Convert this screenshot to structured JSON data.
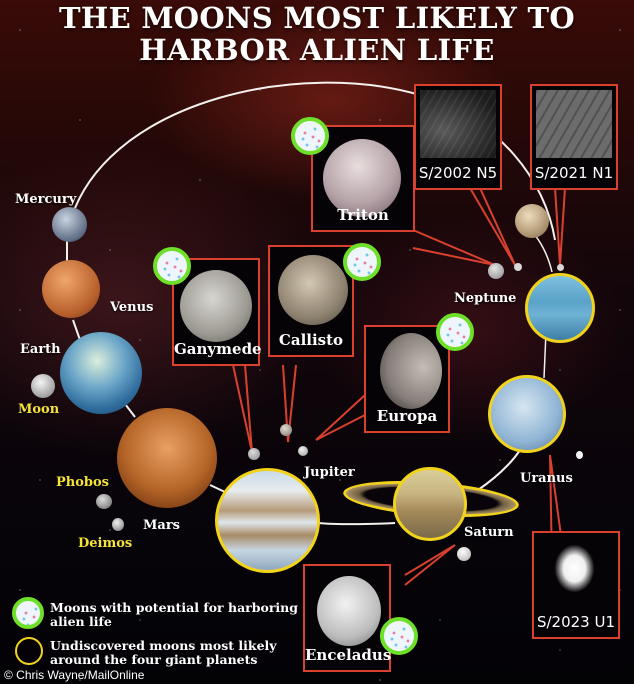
{
  "title": {
    "line1": "THE MOONS MOST LIKELY TO",
    "line2": "HARBOR ALIEN LIFE"
  },
  "planets": [
    {
      "name": "Mercury",
      "label_color": "#ffffff"
    },
    {
      "name": "Venus",
      "label_color": "#ffffff"
    },
    {
      "name": "Earth",
      "label_color": "#ffffff"
    },
    {
      "name": "Mars",
      "label_color": "#ffffff"
    },
    {
      "name": "Jupiter",
      "label_color": "#ffffff"
    },
    {
      "name": "Saturn",
      "label_color": "#ffffff"
    },
    {
      "name": "Uranus",
      "label_color": "#ffffff"
    },
    {
      "name": "Neptune",
      "label_color": "#ffffff"
    }
  ],
  "small_moons": [
    {
      "name": "Moon",
      "label_color": "#f7e23a"
    },
    {
      "name": "Phobos",
      "label_color": "#f7e23a"
    },
    {
      "name": "Deimos",
      "label_color": "#f7e23a"
    }
  ],
  "callouts": [
    {
      "name": "Triton",
      "parent": "Neptune",
      "life_badge": true
    },
    {
      "name": "Ganymede",
      "parent": "Jupiter",
      "life_badge": true
    },
    {
      "name": "Callisto",
      "parent": "Jupiter",
      "life_badge": true
    },
    {
      "name": "Europa",
      "parent": "Jupiter",
      "life_badge": true
    },
    {
      "name": "Enceladus",
      "parent": "Saturn",
      "life_badge": true
    },
    {
      "name": "S/2002 N5",
      "parent": "Neptune",
      "life_badge": false
    },
    {
      "name": "S/2021 N1",
      "parent": "Neptune",
      "life_badge": false
    },
    {
      "name": "S/2023 U1",
      "parent": "Uranus",
      "life_badge": false
    }
  ],
  "legend": {
    "life_badge": "Moons with potential for harboring alien life",
    "life_badge_line1": "Moons with potential for harboring",
    "life_badge_line2": "alien life",
    "undiscovered": "Undiscovered moons most likely around the four giant planets",
    "undiscovered_line1": "Undiscovered moons most likely",
    "undiscovered_line2": "around the four giant planets"
  },
  "colors": {
    "callout_border": "#d9412e",
    "life_badge_ring": "#6fe02a",
    "giant_planet_ring": "#f2d31c",
    "moon_label": "#f7e23a"
  },
  "credit": "© Chris Wayne/MailOnline"
}
